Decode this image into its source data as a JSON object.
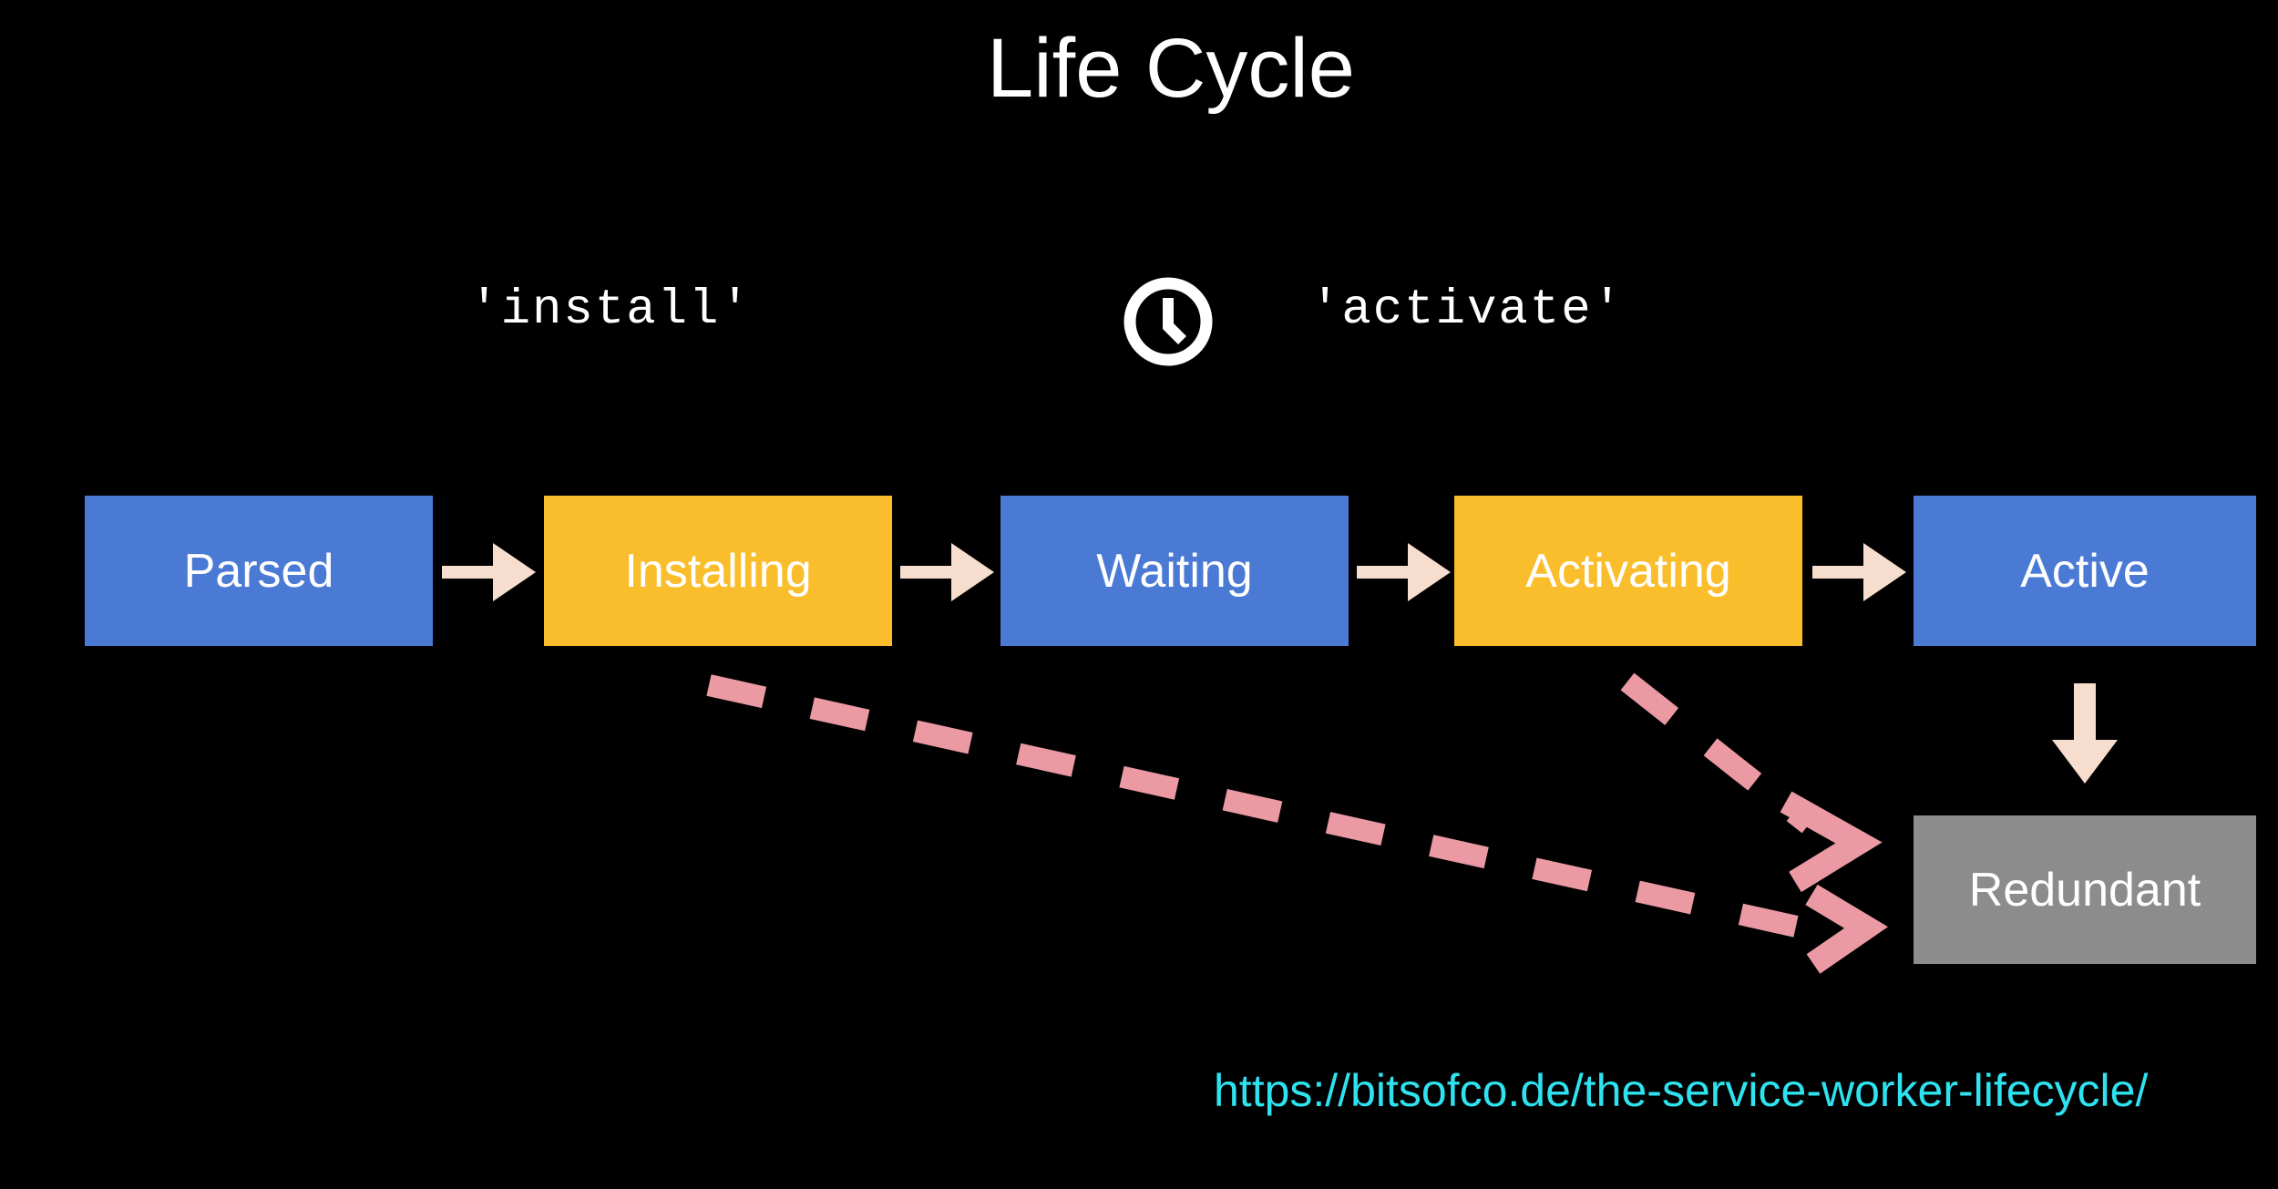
{
  "slide": {
    "title": "Life Cycle",
    "background_color": "#000000"
  },
  "events": {
    "install_label": "'install'",
    "activate_label": "'activate'",
    "clock_icon_name": "clock-icon"
  },
  "states": [
    {
      "id": "parsed",
      "label": "Parsed",
      "color": "#4a7ad4"
    },
    {
      "id": "installing",
      "label": "Installing",
      "color": "#fabe2d"
    },
    {
      "id": "waiting",
      "label": "Waiting",
      "color": "#4a7ad4"
    },
    {
      "id": "activating",
      "label": "Activating",
      "color": "#fabe2d"
    },
    {
      "id": "active",
      "label": "Active",
      "color": "#4a7ad4"
    },
    {
      "id": "redundant",
      "label": "Redundant",
      "color": "#8c8c8c"
    }
  ],
  "arrows": {
    "chain_color": "#f7ddcd",
    "fail_color": "#eb9aa4",
    "chain_icon_name": "right-arrow-icon",
    "down_icon_name": "down-arrow-icon",
    "fail_icon_name": "dashed-failure-arrow-icon"
  },
  "source": {
    "url": "https://bitsofco.de/the-service-worker-lifecycle/",
    "color": "#2ee2ef"
  }
}
